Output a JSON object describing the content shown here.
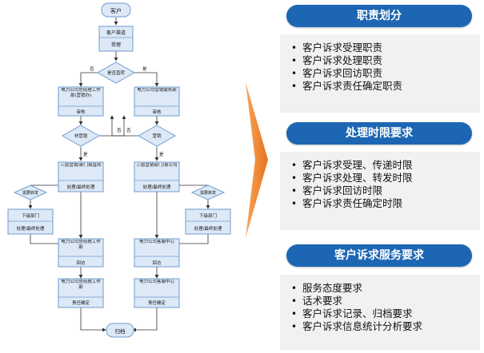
{
  "flowchart": {
    "start_label": "客户",
    "step1_title": "客户渠道",
    "step1_sub": "受理",
    "decision1_label": "是否直转",
    "decision1_no": "否",
    "decision1_yes": "是",
    "left_box1_title": "电力公司总经理工作部(营销办)",
    "left_box1_sub": "审核",
    "right_box1_title": "电力公司营销服务部",
    "right_box1_sub": "审核",
    "decision2_left": "非营销",
    "decision2_right": "营销",
    "no_label": "否",
    "yes_label": "是",
    "left_box2_title": "三层营销/部门局直转",
    "left_box2_sub": "处理/最终处理",
    "right_box2_title": "三层营销部门/县公司",
    "right_box2_sub": "处理/最终处理",
    "side_dec_left": "需要转发",
    "side_dec_right": "需要转发",
    "side_box_left_title": "下级部门",
    "side_box_left_sub": "处理/最终处理",
    "side_box_right_title": "下级部门",
    "side_box_right_sub": "处理/最终处理",
    "left_box3_title": "电力公司总经理工作部",
    "left_box3_sub": "回访",
    "right_box3_title": "电力公司客服中心",
    "right_box3_sub": "回访",
    "left_box4_title": "电力公司总经理工作部",
    "left_box4_sub": "责任确定",
    "right_box4_title": "电力公司客服中心",
    "right_box4_sub": "责任确定",
    "end_label": "归档"
  },
  "panels": [
    {
      "title": "职责划分",
      "items": [
        "客户诉求受理职责",
        "客户诉求处理职责",
        "客户诉求回访职责",
        "客户诉求责任确定职责"
      ]
    },
    {
      "title": "处理时限要求",
      "items": [
        "客户诉求受理、传递时限",
        "客户诉求处理、转发时限",
        "客户诉求回访时限",
        "客户诉求责任确定时限"
      ]
    },
    {
      "title": "客户诉求服务要求",
      "items": [
        "服务态度要求",
        "话术要求",
        "客户诉求记录、归档要求",
        "客户诉求信息统计分析要求"
      ]
    }
  ],
  "colors": {
    "title_blue": "#1d66b3",
    "arrow_orange": "#ef7a1f",
    "box_fill": "#dde9f7",
    "box_stroke": "#6f9bd0",
    "panel_bg": "#f1f1f1"
  }
}
